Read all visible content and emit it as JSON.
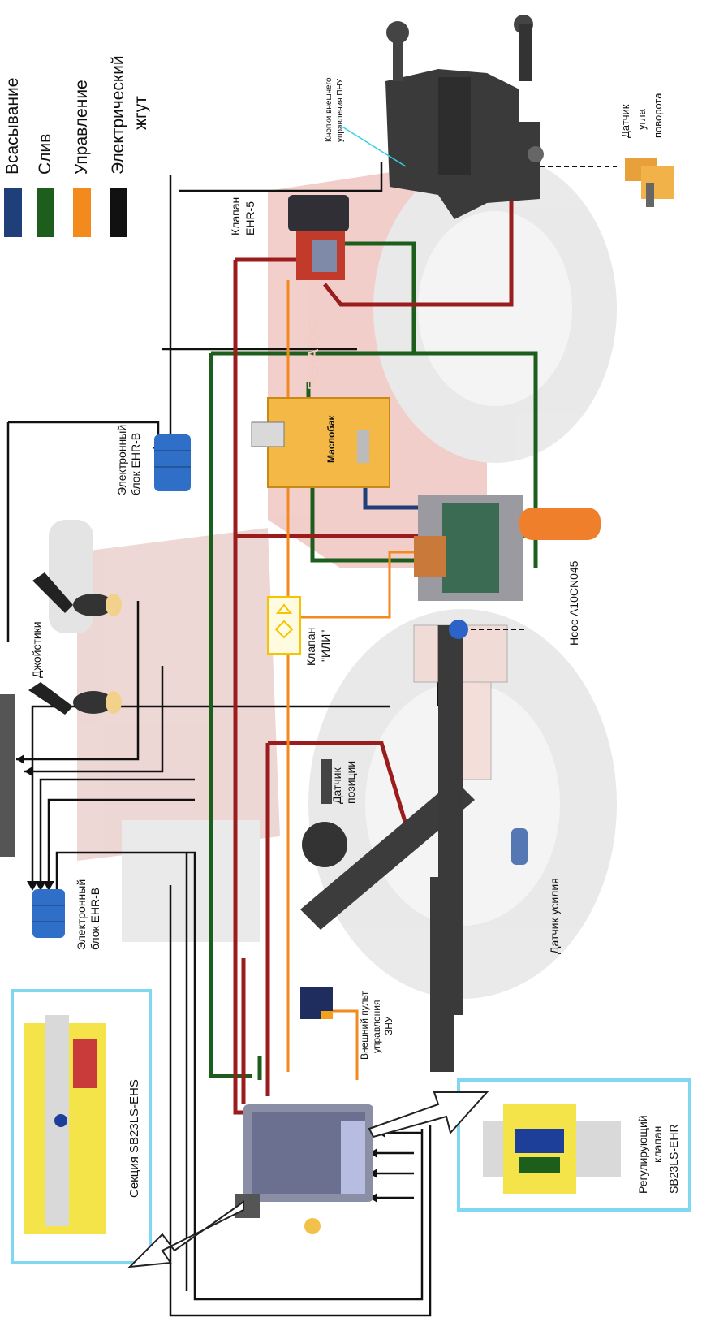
{
  "legend": {
    "items": [
      {
        "label": "Всасывание",
        "color": "#1f3f7a"
      },
      {
        "label": "Слив",
        "color": "#1d5e1d"
      },
      {
        "label": "Управление",
        "color": "#f28a1e"
      },
      {
        "label": "Электрический",
        "label2": "жгут",
        "color": "#111111"
      }
    ]
  },
  "labels": {
    "pnu_buttons_1": "Кнопки внешнего",
    "pnu_buttons_2": "управления ПНУ",
    "angle_sensor_1": "Датчик",
    "angle_sensor_2": "угла",
    "angle_sensor_3": "поворота",
    "ehr5_1": "Клапан",
    "ehr5_2": "EHR-5",
    "ehrb_top_1": "Электронный",
    "ehrb_top_2": "блок EHR-B",
    "tank": "Маслобак",
    "brand": "БЕЛАРУС",
    "pump": "Нсос A10CN045",
    "joysticks": "Джойстики",
    "or_valve_1": "Клапан",
    "or_valve_2": "\"ИЛИ\"",
    "position_sensor_1": "Датчик",
    "position_sensor_2": "позиции",
    "ehrb_bottom_1": "Электронный",
    "ehrb_bottom_2": "блок EHR-B",
    "force_sensor": "Датчик усилия",
    "section_1": "Секция SB23LS-EHS",
    "remote_panel_1": "Внешний пульт",
    "remote_panel_2": "управления",
    "remote_panel_3": "ЗНУ",
    "reg_valve_1": "Регулирующий",
    "reg_valve_2": "клапан",
    "reg_valve_3": "SB23LS-EHR"
  },
  "colors": {
    "suction": "#1f3f7a",
    "drain": "#1d5e1d",
    "control": "#f28a1e",
    "pressure": "#9b1c1c",
    "harness": "#111111",
    "frame": "#7fd7f2"
  }
}
